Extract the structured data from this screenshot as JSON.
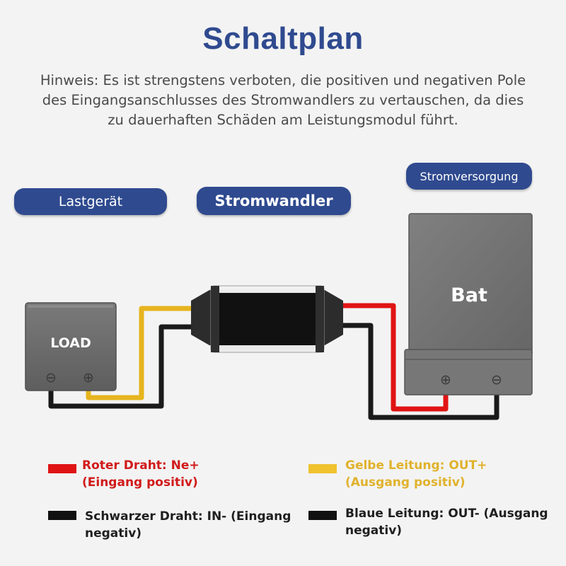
{
  "header": {
    "title": "Schaltplan",
    "note_lines": [
      "Hinweis: Es ist strengstens verboten, die positiven und negativen Pole",
      "des Eingangsanschlusses des Stromwandlers zu vertauschen, da dies",
      "zu dauerhaften Schäden am Leistungsmodul führt."
    ]
  },
  "labels": {
    "load_device": "Lastgerät",
    "converter": "Stromwandler",
    "power_supply": "Stromversorgung"
  },
  "devices": {
    "load_text": "LOAD",
    "battery_text": "Bat",
    "minus_symbol": "⊖",
    "plus_symbol": "⊕"
  },
  "legend": [
    {
      "lines": [
        "Roter Draht: Ne+",
        "(Eingang positiv)"
      ],
      "color": "#e01414"
    },
    {
      "lines": [
        "Gelbe Leitung: OUT+",
        "(Ausgang positiv)"
      ],
      "color": "#f0c22e"
    },
    {
      "lines": [
        "Schwarzer Draht: IN- (Eingang",
        "negativ)"
      ],
      "color": "#111111"
    },
    {
      "lines": [
        "Blaue Leitung: OUT- (Ausgang",
        "negativ)"
      ],
      "color": "#111111"
    }
  ],
  "colors": {
    "accent": "#2f4a8f",
    "wire_red": "#e01414",
    "wire_yellow": "#e6b41e",
    "wire_black": "#1a1a1a",
    "device_gray": "#6f6f6f"
  }
}
